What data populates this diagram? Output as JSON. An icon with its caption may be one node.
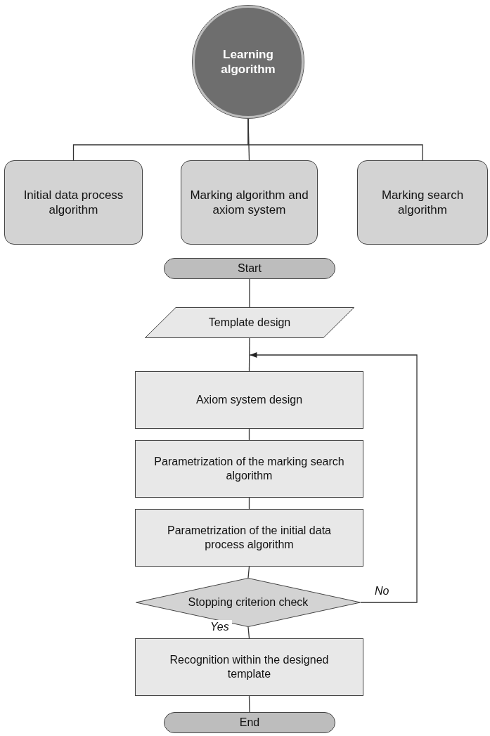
{
  "diagram": {
    "nodes": [
      {
        "text": [
          "Learning algorithm"
        ]
      },
      {
        "text": [
          "Initial data process algorithm"
        ]
      },
      {
        "text": [
          "Marking algorithm and axiom system"
        ]
      },
      {
        "text": [
          "Marking search algorithm"
        ]
      },
      {
        "text": [
          "Start"
        ]
      },
      {
        "text": [
          "Template design"
        ]
      },
      {
        "text": [
          "Axiom system design"
        ]
      },
      {
        "text": [
          "Parametrization of the marking search algorithm"
        ]
      },
      {
        "text": [
          "Parametrization of the initial data process algorithm"
        ]
      },
      {
        "text": [
          "Stopping criterion check"
        ]
      },
      {
        "text": [
          "Recognition within the designed template"
        ]
      },
      {
        "text": [
          "End"
        ]
      }
    ],
    "edges": [
      {
        "from": 0,
        "to": 1,
        "arrow": "none"
      },
      {
        "from": 0,
        "to": 2,
        "arrow": "none"
      },
      {
        "from": 0,
        "to": 3,
        "arrow": "none"
      },
      {
        "from": 4,
        "to": 5,
        "arrow": "none"
      },
      {
        "from": 5,
        "to": 6,
        "arrow": "none"
      },
      {
        "from": 6,
        "to": 7,
        "arrow": "none"
      },
      {
        "from": 7,
        "to": 8,
        "arrow": "none"
      },
      {
        "from": 8,
        "to": 9,
        "arrow": "none"
      },
      {
        "from": 9,
        "to": 10,
        "label": "Yes",
        "arrow": "none"
      },
      {
        "from": 10,
        "to": 11,
        "arrow": "none"
      },
      {
        "from": 9,
        "to": 6,
        "label": "No",
        "arrow": "to"
      }
    ]
  }
}
